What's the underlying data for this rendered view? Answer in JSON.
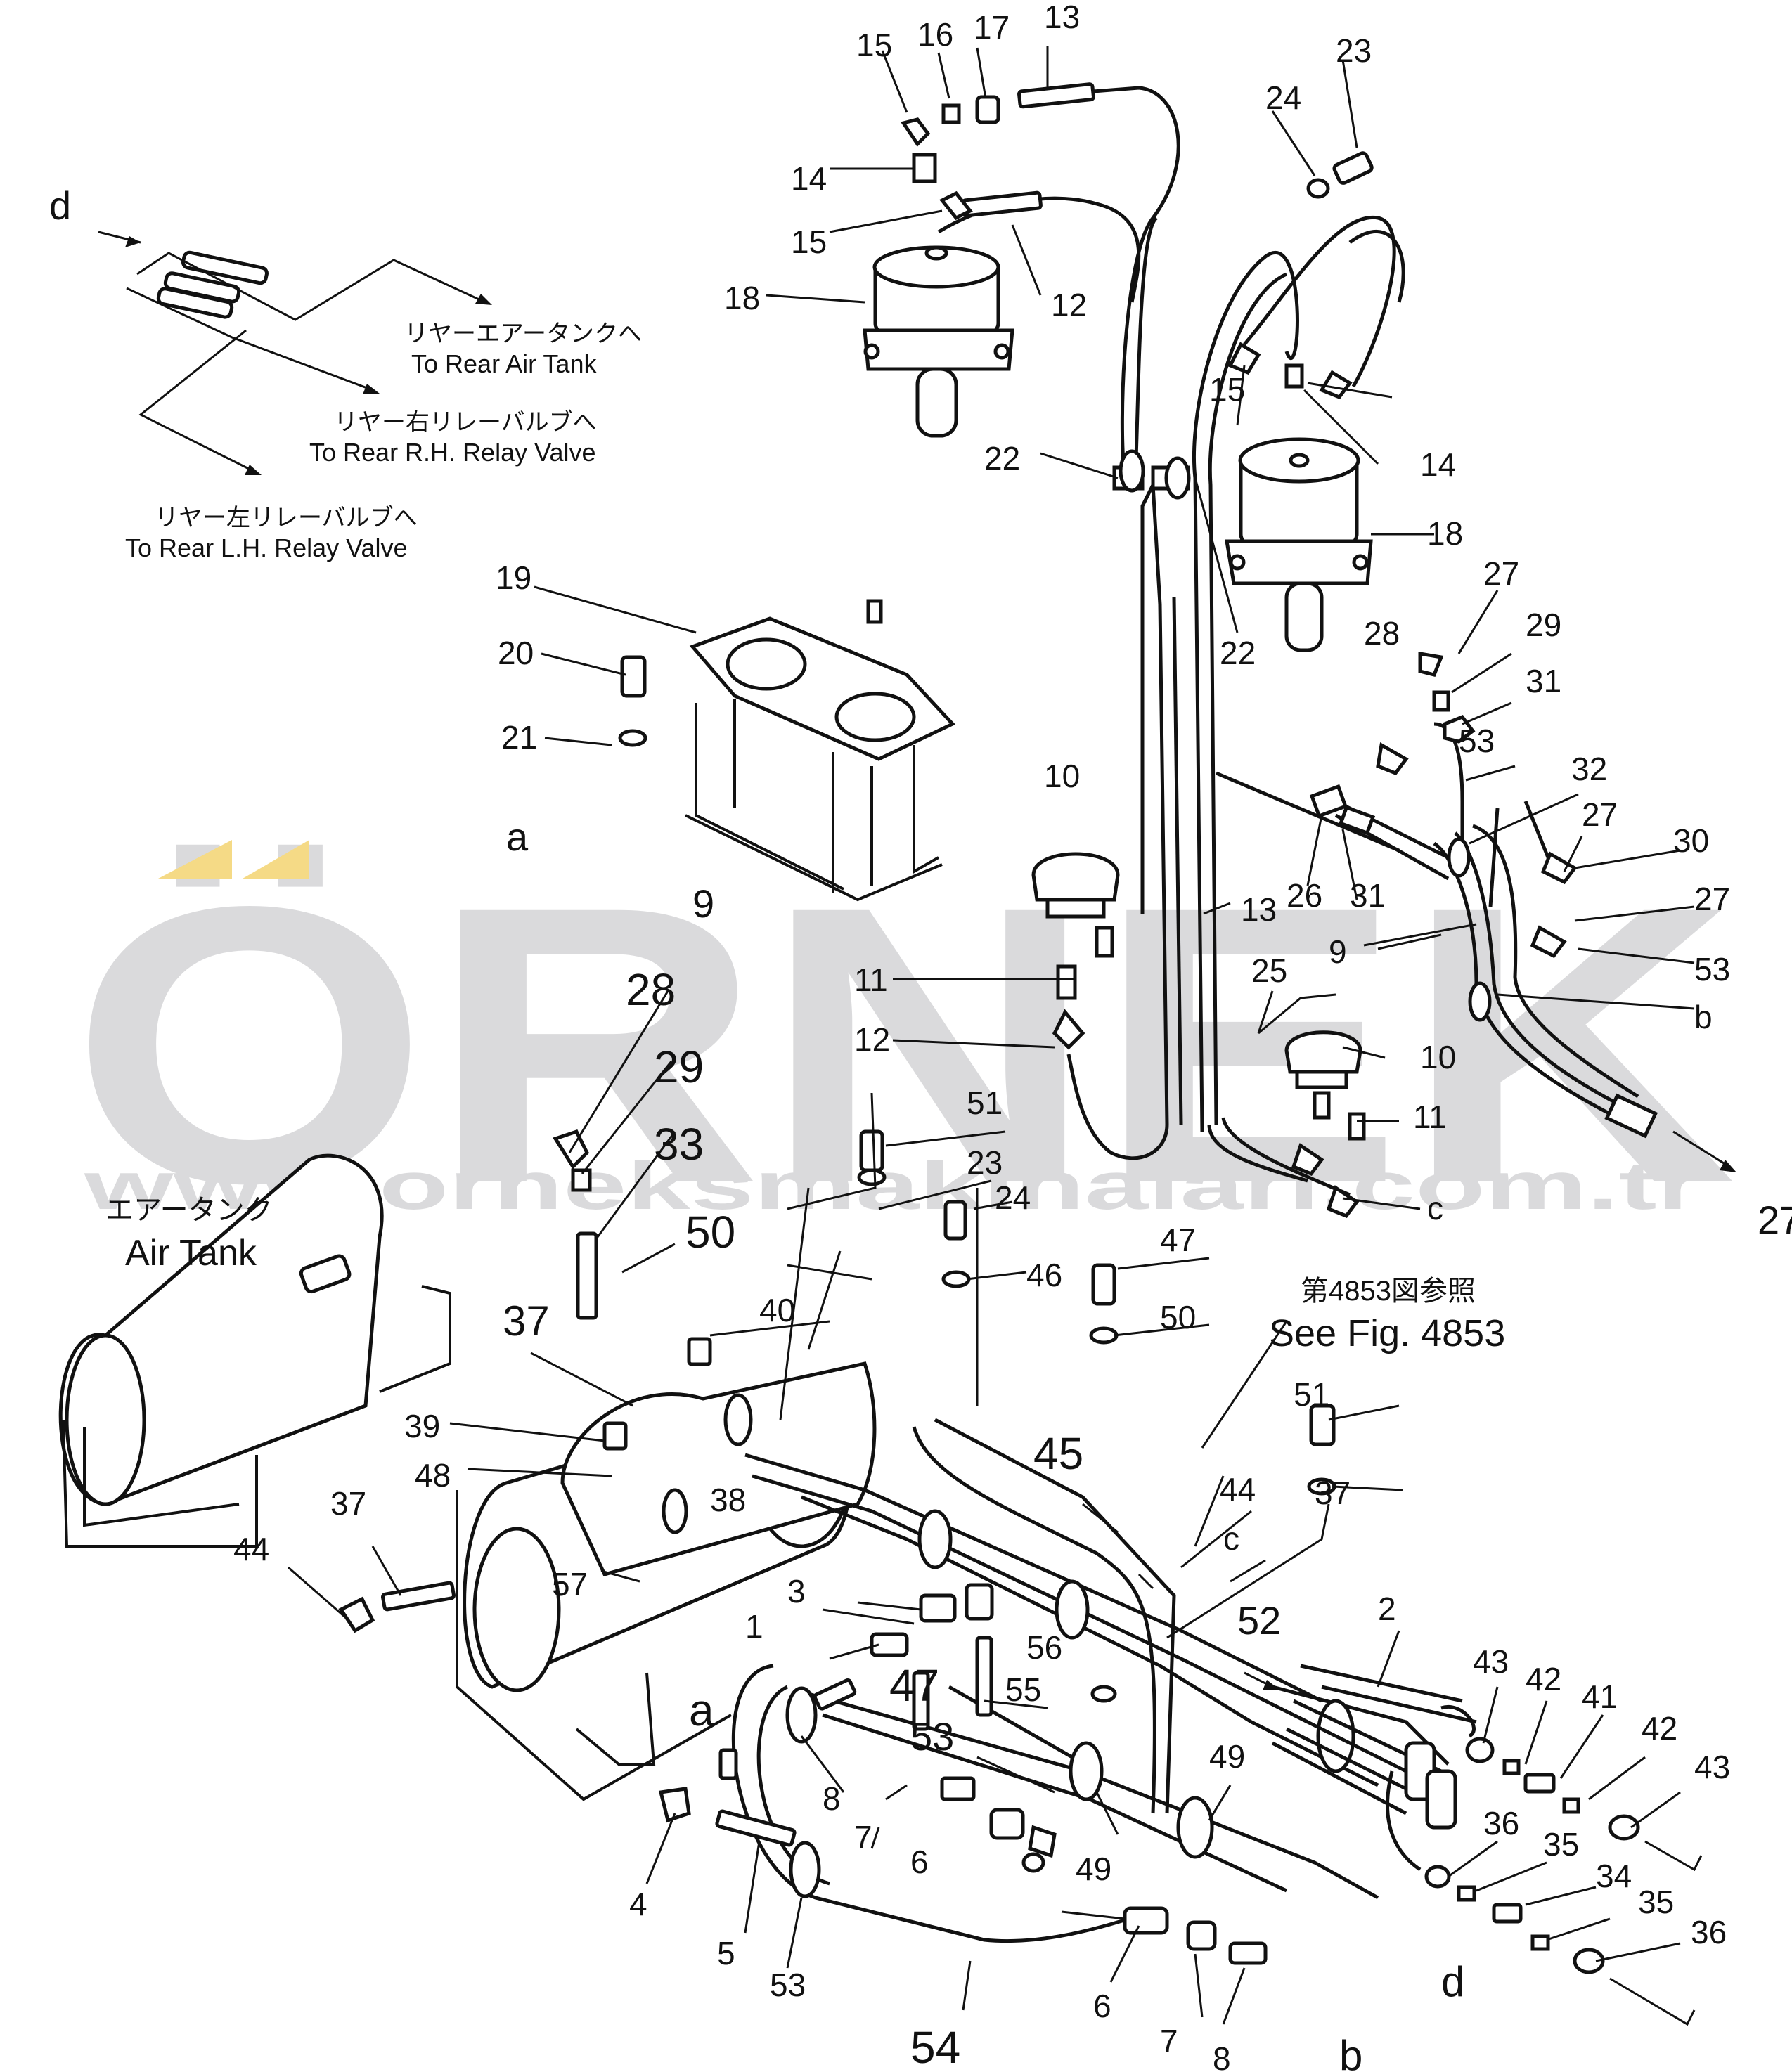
{
  "watermark": {
    "brand": "ÖRNEK",
    "url": "www.orneksmakinalari.com.tr",
    "color": "#d7d7d9",
    "accent_color": "#f5d77a"
  },
  "annotations": {
    "rear_air_tank_jp": "リヤーエアータンクへ",
    "rear_air_tank_en": "To Rear Air Tank",
    "rear_rh_relay_jp": "リヤー右リレーバルブへ",
    "rear_rh_relay_en": "To Rear R.H. Relay Valve",
    "rear_lh_relay_jp": "リヤー左リレーバルブへ",
    "rear_lh_relay_en": "To Rear L.H. Relay Valve",
    "air_tank_jp": "エアータンク",
    "air_tank_en": "Air Tank",
    "see_fig_jp": "第4853図参照",
    "see_fig_en": "See Fig. 4853"
  },
  "callouts": [
    "15",
    "16",
    "17",
    "13",
    "23",
    "24",
    "14",
    "15",
    "12",
    "18",
    "d",
    "22",
    "15",
    "14",
    "18",
    "22",
    "19",
    "20",
    "21",
    "27",
    "28",
    "29",
    "31",
    "53",
    "32",
    "27",
    "30",
    "27",
    "53",
    "b",
    "a",
    "9",
    "10",
    "11",
    "12",
    "13",
    "25",
    "26",
    "31",
    "9",
    "10",
    "11",
    "c",
    "27",
    "28",
    "29",
    "33",
    "50",
    "51",
    "23",
    "24",
    "46",
    "47",
    "50",
    "51",
    "37",
    "40",
    "37",
    "39",
    "48",
    "38",
    "37",
    "44",
    "57",
    "45",
    "44",
    "c",
    "52",
    "2",
    "1",
    "3",
    "56",
    "47",
    "55",
    "a",
    "53",
    "8",
    "7",
    "6",
    "49",
    "49",
    "43",
    "42",
    "41",
    "42",
    "43",
    "36",
    "35",
    "34",
    "35",
    "36",
    "4",
    "5",
    "53",
    "54",
    "6",
    "7",
    "8",
    "b",
    "d"
  ]
}
